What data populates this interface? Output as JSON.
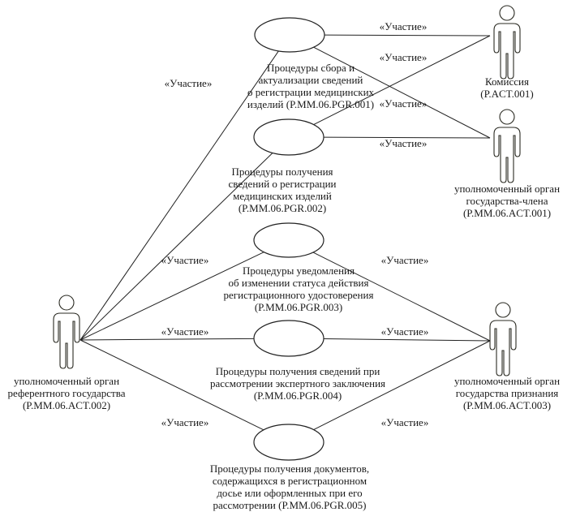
{
  "diagram": {
    "type": "uml-use-case",
    "association_label": "«Участие»",
    "actors": [
      {
        "id": "act_komissiya",
        "lines": [
          "Комиссия",
          "(P.ACT.001)"
        ]
      },
      {
        "id": "act_member_state",
        "lines": [
          "уполномоченный орган",
          "государства-члена",
          "(P.MM.06.ACT.001)"
        ]
      },
      {
        "id": "act_reference_state",
        "lines": [
          "уполномоченный орган",
          "референтного государства",
          "(P.MM.06.ACT.002)"
        ]
      },
      {
        "id": "act_recognition_state",
        "lines": [
          "уполномоченный орган",
          "государства признания",
          "(P.MM.06.ACT.003)"
        ]
      }
    ],
    "use_cases": [
      {
        "id": "pgr001",
        "lines": [
          "Процедуры сбора и",
          "актуализации сведений",
          "о регистрации медицинских",
          "изделий (P.MM.06.PGR.001)"
        ]
      },
      {
        "id": "pgr002",
        "lines": [
          "Процедуры получения",
          "сведений о регистрации",
          "медицинских изделий",
          "(P.MM.06.PGR.002)"
        ]
      },
      {
        "id": "pgr003",
        "lines": [
          "Процедуры уведомления",
          "об изменении статуса действия",
          "регистрационного удостоверения",
          "(P.MM.06.PGR.003)"
        ]
      },
      {
        "id": "pgr004",
        "lines": [
          "Процедуры получения сведений при",
          "рассмотрении экспертного заключения",
          "(P.MM.06.PGR.004)"
        ]
      },
      {
        "id": "pgr005",
        "lines": [
          "Процедуры получения документов,",
          "содержащихся в регистрационном",
          "досье или оформленных при его",
          "рассмотрении (P.MM.06.PGR.005)"
        ]
      }
    ],
    "associations": [
      {
        "from": "act_reference_state",
        "to": "pgr001",
        "label": "«Участие»"
      },
      {
        "from": "act_reference_state",
        "to": "pgr002",
        "label": ""
      },
      {
        "from": "act_reference_state",
        "to": "pgr003",
        "label": "«Участие»"
      },
      {
        "from": "act_reference_state",
        "to": "pgr004",
        "label": "«Участие»"
      },
      {
        "from": "act_reference_state",
        "to": "pgr005",
        "label": "«Участие»"
      },
      {
        "from": "pgr001",
        "to": "act_komissiya",
        "label": "«Участие»"
      },
      {
        "from": "pgr001",
        "to": "act_member_state",
        "label": "«Участие»"
      },
      {
        "from": "pgr002",
        "to": "act_komissiya",
        "label": "«Участие»"
      },
      {
        "from": "pgr002",
        "to": "act_member_state",
        "label": "«Участие»"
      },
      {
        "from": "pgr003",
        "to": "act_recognition_state",
        "label": "«Участие»"
      },
      {
        "from": "pgr004",
        "to": "act_recognition_state",
        "label": "«Участие»"
      },
      {
        "from": "pgr005",
        "to": "act_recognition_state",
        "label": "«Участие»"
      }
    ]
  }
}
